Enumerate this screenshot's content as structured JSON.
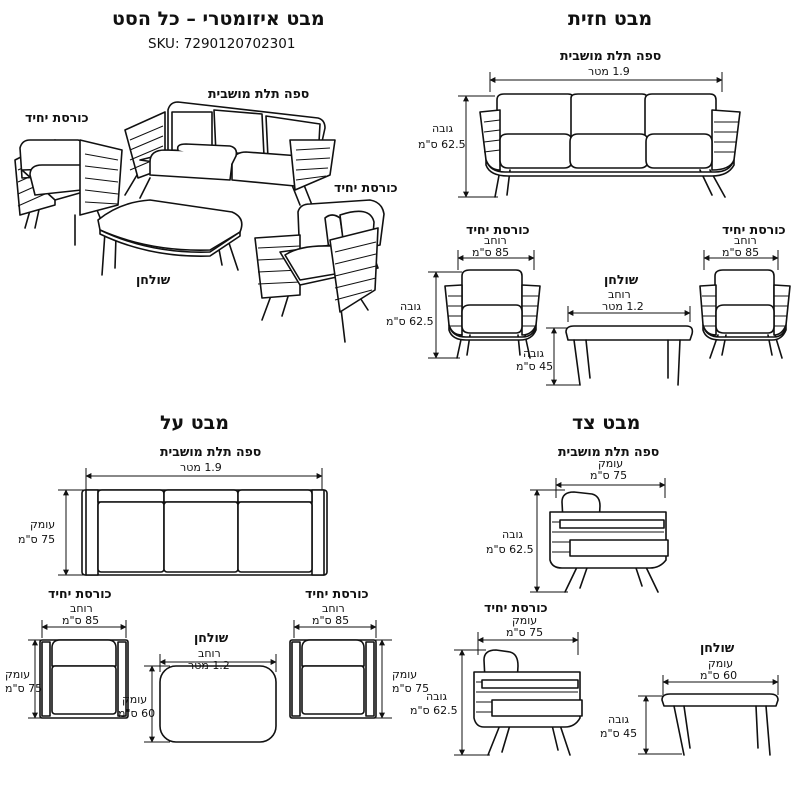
{
  "iso": {
    "title": "מבט איזומטרי – כל הסט",
    "sku": "SKU: 7290120702301",
    "sofa": "ספה תלת מושבית",
    "chair1": "כורסת יחיד",
    "chair2": "כורסת יחיד",
    "table": "שולחן"
  },
  "front": {
    "title": "מבט חזית",
    "sofa": "ספה תלת מושבית",
    "sofa_width": "1.9 מטר",
    "sofa_h_label": "גובה",
    "sofa_h_value": "62.5 ס\"מ",
    "chair_l": "כורסת יחיד",
    "chair_l_w_label": "רוחב",
    "chair_l_w_value": "85 ס\"מ",
    "chair_r": "כורסת יחיד",
    "chair_r_w_label": "רוחב",
    "chair_r_w_value": "85 ס\"מ",
    "chair_h_label": "גובה",
    "chair_h_value": "62.5 ס\"מ",
    "table": "שולחן",
    "table_w_label": "רוחב",
    "table_w_value": "1.2 מטר",
    "table_h_label": "גובה",
    "table_h_value": "45 ס\"מ"
  },
  "top": {
    "title": "מבט על",
    "sofa": "ספה תלת מושבית",
    "sofa_width": "1.9 מטר",
    "sofa_d_label": "עומק",
    "sofa_d_value": "75 ס\"מ",
    "chair_l": "כורסת יחיד",
    "chair_l_w_label": "רוחב",
    "chair_l_w_value": "85 ס\"מ",
    "chair_l_d_label": "עומק",
    "chair_l_d_value": "75 ס\"מ",
    "chair_r": "כורסת יחיד",
    "chair_r_w_label": "רוחב",
    "chair_r_w_value": "85 ס\"מ",
    "chair_r_d_label": "עומק",
    "chair_r_d_value": "75 ס\"מ",
    "table": "שולחן",
    "table_w_label": "רוחב",
    "table_w_value": "1.2 מטר",
    "table_d_label": "עומק",
    "table_d_value": "60 ס\"מ"
  },
  "side": {
    "title": "מבט צד",
    "sofa": "ספה תלת מושבית",
    "sofa_d_label": "עומק",
    "sofa_d_value": "75 ס\"מ",
    "sofa_h_label": "גובה",
    "sofa_h_value": "62.5 ס\"מ",
    "chair": "כורסת יחיד",
    "chair_d_label": "עומק",
    "chair_d_value": "75 ס\"מ",
    "chair_h_label": "גובה",
    "chair_h_value": "62.5 ס\"מ",
    "table": "שולחן",
    "table_d_label": "עומק",
    "table_d_value": "60 ס\"מ",
    "table_h_label": "גובה",
    "table_h_value": "45 ס\"מ"
  }
}
